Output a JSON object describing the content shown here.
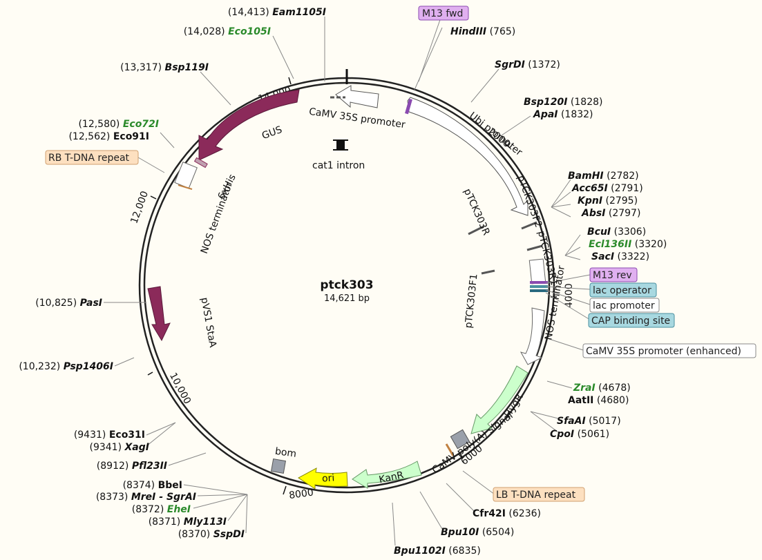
{
  "plasmid": {
    "name": "ptck303",
    "size": "14,621 bp"
  },
  "ticks": [
    "2000",
    "4000",
    "6000",
    "8000",
    "10,000",
    "12,000",
    "14,000"
  ],
  "features": [
    {
      "id": "camv35s",
      "label": "CaMV 35S promoter"
    },
    {
      "id": "ubi",
      "label": "Ubi promoter"
    },
    {
      "id": "gus",
      "label": "GUS"
    },
    {
      "id": "his",
      "label": "6xHis"
    },
    {
      "id": "nos1",
      "label": "NOS terminator"
    },
    {
      "id": "cat1",
      "label": "cat1 intron"
    },
    {
      "id": "pvs1",
      "label": "pVS1 StaA"
    },
    {
      "id": "nos2",
      "label": "NOS terminator"
    },
    {
      "id": "hygr",
      "label": "HygR"
    },
    {
      "id": "polya",
      "label": "CaMV poly(A) signal"
    },
    {
      "id": "kanr",
      "label": "KanR"
    },
    {
      "id": "ori",
      "label": "ori"
    },
    {
      "id": "bom",
      "label": "bom"
    },
    {
      "id": "f2",
      "label": "pTCK303F2"
    },
    {
      "id": "r",
      "label": "pTCK303R"
    },
    {
      "id": "r1",
      "label": "pTCK303R1"
    },
    {
      "id": "f1",
      "label": "pTCK303F1"
    }
  ],
  "boxes": [
    {
      "id": "m13fwd",
      "label": "M13 fwd"
    },
    {
      "id": "rb",
      "label": "RB T-DNA repeat"
    },
    {
      "id": "m13rev",
      "label": "M13 rev"
    },
    {
      "id": "lacop",
      "label": "lac operator"
    },
    {
      "id": "lacprom",
      "label": "lac promoter"
    },
    {
      "id": "cap",
      "label": "CAP binding site"
    },
    {
      "id": "camv35se",
      "label": "CaMV 35S promoter (enhanced)"
    },
    {
      "id": "lb",
      "label": "LB T-DNA repeat"
    }
  ],
  "sites": [
    {
      "name": "Eam1105I",
      "pos": "(14,413)"
    },
    {
      "name": "Eco105I",
      "pos": "(14,028)"
    },
    {
      "name": "Bsp119I",
      "pos": "(13,317)"
    },
    {
      "name": "Eco72I",
      "pos": "(12,580)"
    },
    {
      "name": "Eco91I",
      "pos": "(12,562)"
    },
    {
      "name": "HindIII",
      "pos": "(765)"
    },
    {
      "name": "SgrDI",
      "pos": "(1372)"
    },
    {
      "name": "Bsp120I",
      "pos": "(1828)"
    },
    {
      "name": "ApaI",
      "pos": "(1832)"
    },
    {
      "name": "BamHI",
      "pos": "(2782)"
    },
    {
      "name": "Acc65I",
      "pos": "(2791)"
    },
    {
      "name": "KpnI",
      "pos": "(2795)"
    },
    {
      "name": "AbsI",
      "pos": "(2797)"
    },
    {
      "name": "BcuI",
      "pos": "(3306)"
    },
    {
      "name": "Ecl136II",
      "pos": "(3320)"
    },
    {
      "name": "SacI",
      "pos": "(3322)"
    },
    {
      "name": "ZraI",
      "pos": "(4678)"
    },
    {
      "name": "AatII",
      "pos": "(4680)"
    },
    {
      "name": "SfaAI",
      "pos": "(5017)"
    },
    {
      "name": "CpoI",
      "pos": "(5061)"
    },
    {
      "name": "Cfr42I",
      "pos": "(6236)"
    },
    {
      "name": "Bpu10I",
      "pos": "(6504)"
    },
    {
      "name": "Bpu1102I",
      "pos": "(6835)"
    },
    {
      "name": "PasI",
      "pos": "(10,825)"
    },
    {
      "name": "Psp1406I",
      "pos": "(10,232)"
    },
    {
      "name": "Eco31I",
      "pos": "(9431)"
    },
    {
      "name": "XagI",
      "pos": "(9341)"
    },
    {
      "name": "Pfl23II",
      "pos": "(8912)"
    },
    {
      "name": "BbeI",
      "pos": "(8374)"
    },
    {
      "name": "MreI - SgrAI",
      "pos": "(8373)"
    },
    {
      "name": "EheI",
      "pos": "(8372)"
    },
    {
      "name": "Mly113I",
      "pos": "(8371)"
    },
    {
      "name": "SspDI",
      "pos": "(8370)"
    }
  ],
  "colors": {
    "gus": "#8b2a5a",
    "pvs1": "#8b2a5a",
    "ori": "#ffff00",
    "kanr": "#ccffcc",
    "hygr": "#ccffcc",
    "m13": "#e0b0f0",
    "cap": "#a8d8e0",
    "tdna": "#fde0c0",
    "green_site": "#2a8a2a"
  }
}
